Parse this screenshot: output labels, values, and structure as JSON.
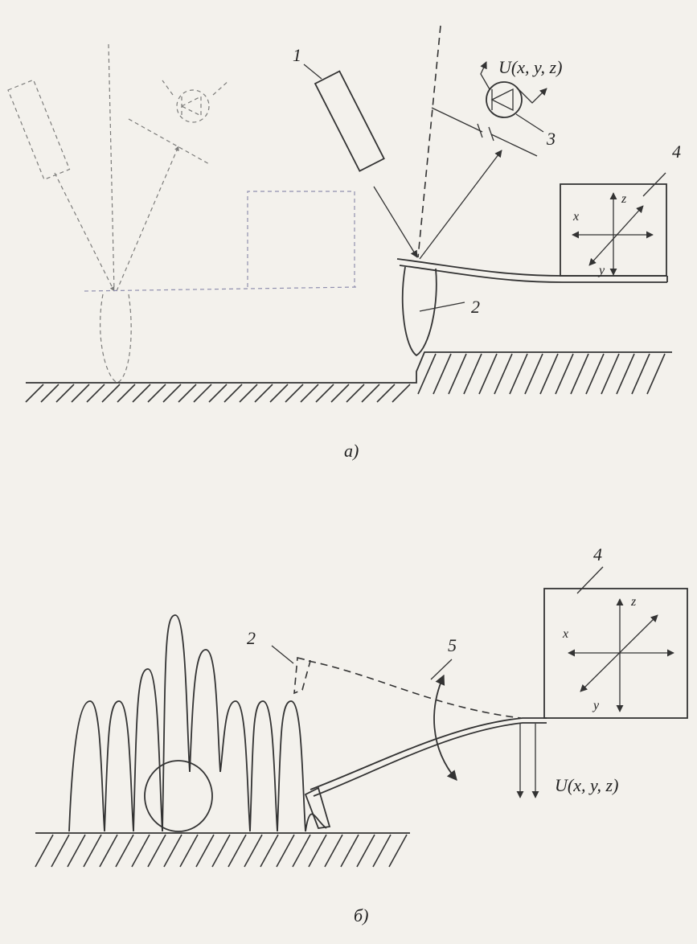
{
  "diagram_a": {
    "label_1": "1",
    "label_2": "2",
    "label_3": "3",
    "label_4": "4",
    "signal": "U(x, y, z)",
    "axis_x": "x",
    "axis_y": "y",
    "axis_z": "z",
    "caption": "а)"
  },
  "diagram_b": {
    "label_2": "2",
    "label_4": "4",
    "label_5": "5",
    "signal": "U(x, y, z)",
    "axis_x": "x",
    "axis_y": "y",
    "axis_z": "z",
    "caption": "б)"
  },
  "colors": {
    "ink": "#333333",
    "paper": "#f3f1ec",
    "ghost": "#6f6f9a"
  }
}
